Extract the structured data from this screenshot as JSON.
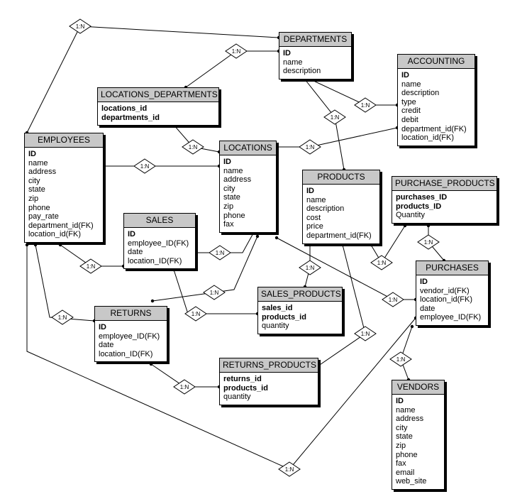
{
  "entities": {
    "departments": {
      "title": "DEPARTMENTS",
      "fields": [
        "ID",
        "name",
        "description"
      ]
    },
    "accounting": {
      "title": "ACCOUNTING",
      "fields": [
        "ID",
        "name",
        "description",
        "type",
        "credit",
        "debit",
        "department_id(FK)",
        "location_id(FK)"
      ]
    },
    "locations_departments": {
      "title": "LOCATIONS_DEPARTMENTS",
      "fields": [
        "locations_id",
        "departments_id"
      ]
    },
    "employees": {
      "title": "EMPLOYEES",
      "fields": [
        "ID",
        "name",
        "address",
        "city",
        "state",
        "zip",
        "phone",
        "pay_rate",
        "department_id(FK)",
        "location_id(FK)"
      ]
    },
    "locations": {
      "title": "LOCATIONS",
      "fields": [
        "ID",
        "name",
        "address",
        "city",
        "state",
        "zip",
        "phone",
        "fax"
      ]
    },
    "products": {
      "title": "PRODUCTS",
      "fields": [
        "ID",
        "name",
        "description",
        "cost",
        "price",
        "department_id(FK)"
      ]
    },
    "purchase_products": {
      "title": "PURCHASE_PRODUCTS",
      "fields": [
        "purchases_ID",
        "products_ID",
        "Quantity"
      ]
    },
    "sales": {
      "title": "SALES",
      "fields": [
        "ID",
        "employee_ID(FK)",
        "date",
        "location_ID(FK)"
      ]
    },
    "sales_products": {
      "title": "SALES_PRODUCTS",
      "fields": [
        "sales_id",
        "products_id",
        "quantity"
      ]
    },
    "purchases": {
      "title": "PURCHASES",
      "fields": [
        "ID",
        "vendor_id(FK)",
        "location_id(FK)",
        "date",
        "employee_ID(FK)"
      ]
    },
    "returns": {
      "title": "RETURNS",
      "fields": [
        "ID",
        "employee_ID(FK)",
        "date",
        "location_ID(FK)"
      ]
    },
    "returns_products": {
      "title": "RETURNS_PRODUCTS",
      "fields": [
        "returns_id",
        "products_id",
        "quantity"
      ]
    },
    "vendors": {
      "title": "VENDORS",
      "fields": [
        "ID",
        "name",
        "address",
        "city",
        "state",
        "zip",
        "phone",
        "fax",
        "email",
        "web_site"
      ]
    }
  },
  "relationship_label": "1:N",
  "relationships": [
    {
      "from": "employees",
      "to": "departments"
    },
    {
      "from": "locations_departments",
      "to": "departments"
    },
    {
      "from": "departments",
      "to": "accounting"
    },
    {
      "from": "departments",
      "to": "products"
    },
    {
      "from": "locations",
      "to": "accounting"
    },
    {
      "from": "locations_departments",
      "to": "locations"
    },
    {
      "from": "employees",
      "to": "locations"
    },
    {
      "from": "employees",
      "to": "sales"
    },
    {
      "from": "locations",
      "to": "sales"
    },
    {
      "from": "employees",
      "to": "returns"
    },
    {
      "from": "locations",
      "to": "returns"
    },
    {
      "from": "sales",
      "to": "sales_products"
    },
    {
      "from": "products",
      "to": "sales_products"
    },
    {
      "from": "products",
      "to": "purchase_products"
    },
    {
      "from": "purchase_products",
      "to": "purchases"
    },
    {
      "from": "locations",
      "to": "purchases"
    },
    {
      "from": "products",
      "to": "returns_products"
    },
    {
      "from": "returns",
      "to": "returns_products"
    },
    {
      "from": "employees",
      "to": "purchases"
    },
    {
      "from": "purchases",
      "to": "vendors"
    }
  ]
}
